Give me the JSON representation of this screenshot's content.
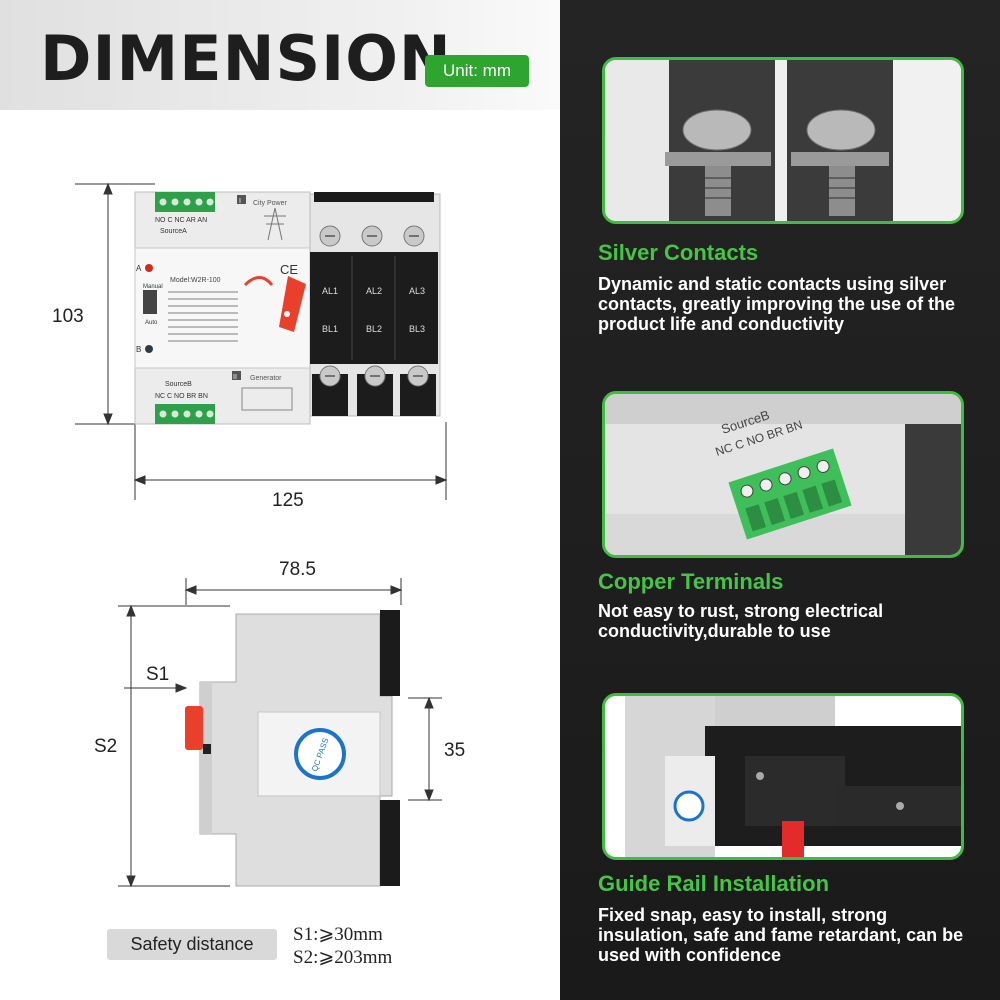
{
  "header": {
    "title": "DIMENSION",
    "unit_badge": "Unit: mm"
  },
  "front_view": {
    "height_label": "103",
    "width_label": "125",
    "device": {
      "terminal_top_label": "NO C NC AR AN",
      "source_a_label": "SourceA",
      "roman_one": "I",
      "city_power": "City Power",
      "model": "Model:W2R-100",
      "ce": "CE",
      "manual": "Manual",
      "auto": "Auto",
      "letter_a": "A",
      "letter_b": "B",
      "source_b_label": "SourceB",
      "terminal_bottom_label": "NC C NO BR BN",
      "roman_two": "II",
      "generator": "Generator",
      "phases_top": [
        "AL1",
        "AL2",
        "AL3"
      ],
      "phases_bottom": [
        "BL1",
        "BL2",
        "BL3"
      ]
    }
  },
  "side_view": {
    "depth_label": "78.5",
    "s1_label": "S1",
    "s2_label": "S2",
    "rail_label": "35",
    "qc_label": "QC PASS"
  },
  "safety": {
    "label": "Safety distance",
    "s1": "S1:⩾30mm",
    "s2": "S2:⩾203mm"
  },
  "features": [
    {
      "title": "Silver Contacts",
      "description": "Dynamic and static contacts using silver contacts, greatly improving the use of the product life and conductivity"
    },
    {
      "title": "Copper Terminals",
      "description": "Not easy to rust, strong electrical conductivity,durable to use",
      "photo_text_source": "SourceB",
      "photo_text_pins": "NC C NO BR BN"
    },
    {
      "title": "Guide Rail Installation",
      "description": "Fixed snap, easy to install, strong insulation, safe and fame retardant, can be used with confidence"
    }
  ],
  "colors": {
    "accent_green": "#2ea52e",
    "feature_title_green": "#45c445",
    "dark_panel": "#1f1f1f",
    "handle_red": "#e8402a"
  }
}
